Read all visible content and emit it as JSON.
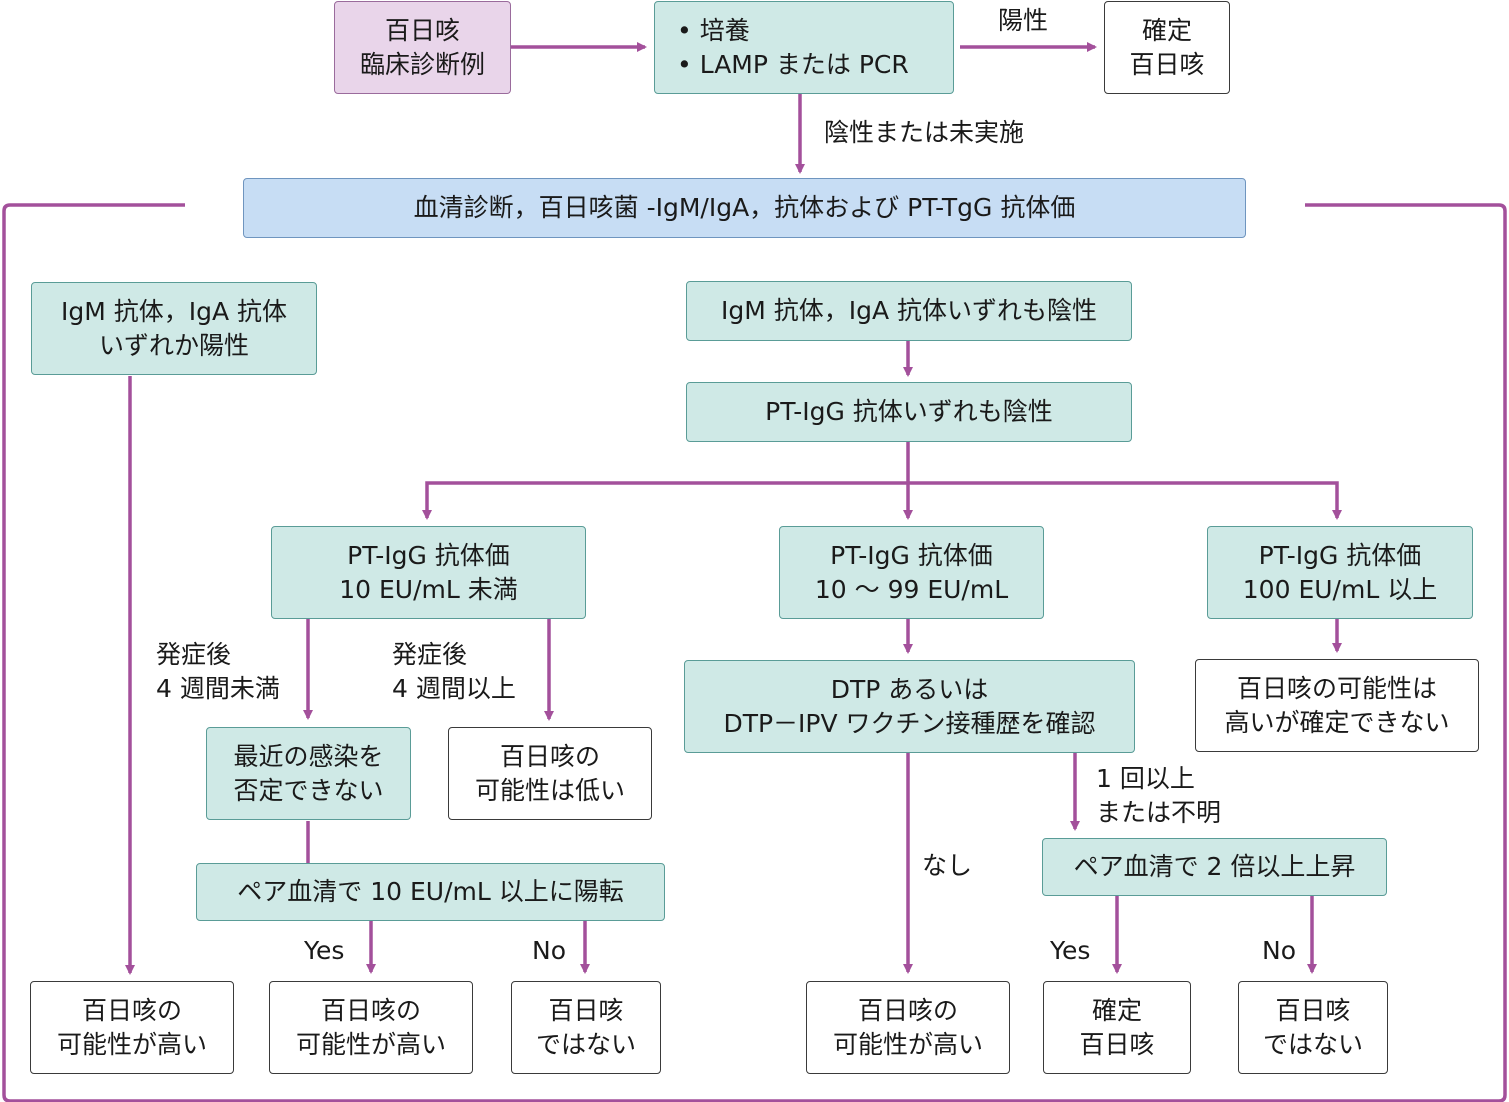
{
  "colors": {
    "arrow": "#a3509b",
    "frame": "#a3509b",
    "node_fill": "#cfe9e6",
    "start_fill": "#e9d5ea",
    "serology_fill": "#c7ddf4"
  },
  "nodes": {
    "start": [
      "百日咳",
      "臨床診断例"
    ],
    "culture": [
      "• 培養",
      "• LAMP または PCR"
    ],
    "confirmed_top": [
      "確定",
      "百日咳"
    ],
    "serology": "血清診断，百日咳菌 -IgM/IgA，抗体および PT-TgG 抗体価",
    "igm_iga_positive": [
      "IgM 抗体，IgA 抗体",
      "いずれか陽性"
    ],
    "igm_iga_negative": "IgM 抗体，IgA 抗体いずれも陰性",
    "ptigg_negative": "PT-IgG 抗体いずれも陰性",
    "ptigg_lt10": [
      "PT-IgG 抗体価",
      "10 EU/mL 未満"
    ],
    "ptigg_10_99": [
      "PT-IgG 抗体価",
      "10 ～ 99 EU/mL"
    ],
    "ptigg_ge100": [
      "PT-IgG 抗体価",
      "100 EU/mL 以上"
    ],
    "recent_infection": [
      "最近の感染を",
      "否定できない"
    ],
    "low_possibility": [
      "百日咳の",
      "可能性は低い"
    ],
    "dtp_check": [
      "DTP あるいは",
      "DTP－IPV ワクチン接種歴を確認"
    ],
    "possible_unconfirmed": [
      "百日咳の可能性は",
      "高いが確定できない"
    ],
    "paired_10": "ペア血清で 10 EU/mL 以上に陽転",
    "paired_2x": "ペア血清で 2 倍以上上昇",
    "out_high_1": [
      "百日咳の",
      "可能性が高い"
    ],
    "out_high_2": [
      "百日咳の",
      "可能性が高い"
    ],
    "out_not_1": [
      "百日咳",
      "ではない"
    ],
    "out_high_3": [
      "百日咳の",
      "可能性が高い"
    ],
    "out_confirmed": [
      "確定",
      "百日咳"
    ],
    "out_not_2": [
      "百日咳",
      "ではない"
    ]
  },
  "edge_labels": {
    "positive": "陽性",
    "negative_or_not_done": "陰性または未実施",
    "lt4weeks": [
      "発症後",
      "4 週間未満"
    ],
    "ge4weeks": [
      "発症後",
      "4 週間以上"
    ],
    "none": "なし",
    "once_or_unknown": [
      "1 回以上",
      "または不明"
    ],
    "yes_1": "Yes",
    "no_1": "No",
    "yes_2": "Yes",
    "no_2": "No"
  }
}
